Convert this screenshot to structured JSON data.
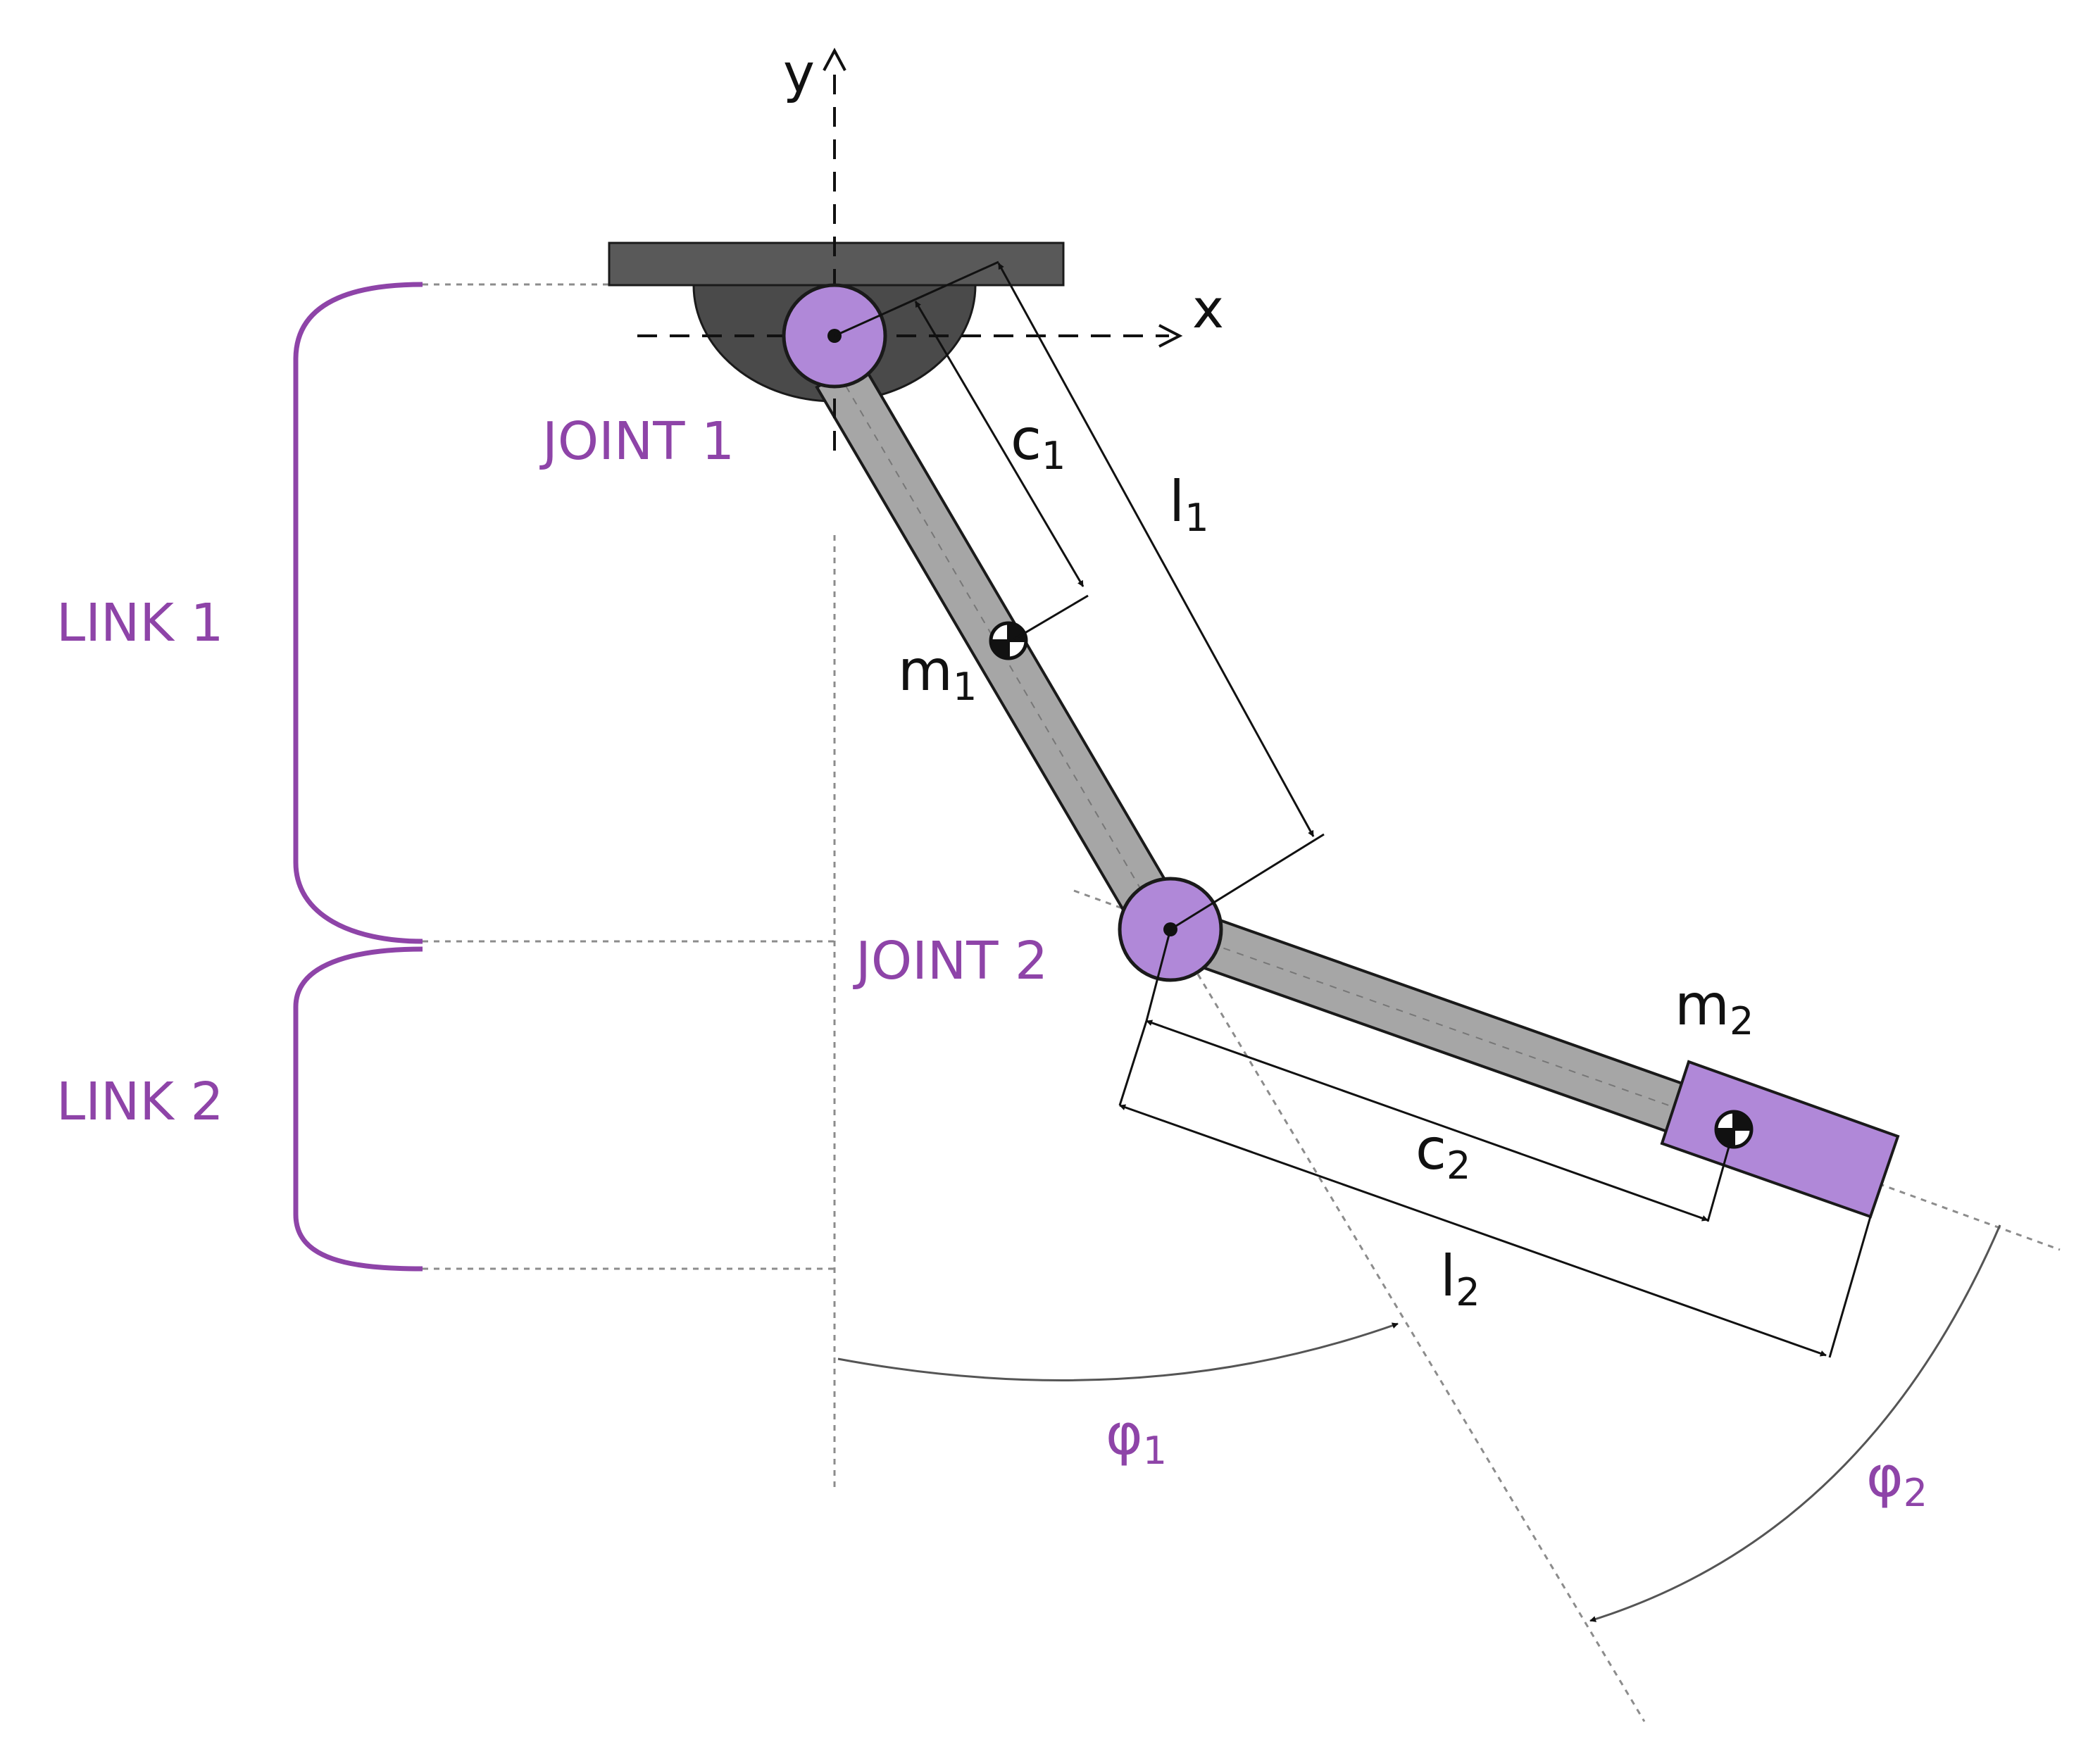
{
  "colors": {
    "accent": "#8e44a8",
    "joint_fill": "#b088d8",
    "link_fill": "#a6a6a6",
    "base_fill": "#595959",
    "base_dark": "#4a4a4a",
    "stroke": "#1a1a1a"
  },
  "axes": {
    "x": "x",
    "y": "y"
  },
  "joints": {
    "joint1": "JOINT 1",
    "joint2": "JOINT 2"
  },
  "links": {
    "link1": "LINK 1",
    "link2": "LINK 2"
  },
  "symbols": {
    "c1": {
      "base": "c",
      "sub": "1"
    },
    "l1": {
      "base": "l",
      "sub": "1"
    },
    "m1": {
      "base": "m",
      "sub": "1"
    },
    "m2": {
      "base": "m",
      "sub": "2"
    },
    "c2": {
      "base": "c",
      "sub": "2"
    },
    "l2": {
      "base": "l",
      "sub": "2"
    },
    "phi1": {
      "base": "φ",
      "sub": "1"
    },
    "phi2": {
      "base": "φ",
      "sub": "2"
    }
  }
}
